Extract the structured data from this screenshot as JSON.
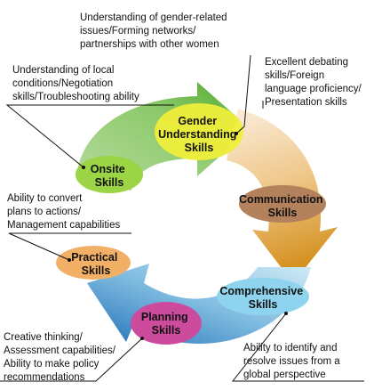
{
  "skills": {
    "gender": [
      "Gender",
      "Understanding",
      "Skills"
    ],
    "communication": [
      "Communication",
      "Skills"
    ],
    "comprehensive": [
      "Comprehensive",
      "Skills"
    ],
    "planning": [
      "Planning",
      "Skills"
    ],
    "practical": [
      "Practical",
      "Skills"
    ],
    "onsite": [
      "Onsite",
      "Skills"
    ]
  },
  "descriptions": {
    "gender": [
      "Understanding of gender-related",
      "issues/Forming networks/",
      "partnerships with other women"
    ],
    "communication": [
      "Excellent debating",
      "skills/Foreign",
      "language proficiency/",
      "Presentation skills"
    ],
    "comprehensive": [
      "Ability to identify and",
      "resolve issues from a",
      "global perspective"
    ],
    "planning": [
      "Creative thinking/",
      "Assessment capabilities/",
      "Ability to make policy",
      "recommendations"
    ],
    "practical": [
      "Ability to convert",
      "plans to actions/",
      "Management capabilities"
    ],
    "onsite": [
      "Understanding of local",
      "conditions/Negotiation",
      "skills/Troubleshooting ability"
    ]
  },
  "colors": {
    "gender_ellipse": "#eeee3a",
    "communication_ellipse": "#b3815c",
    "comprehensive_ellipse": "#8fd4ee",
    "planning_ellipse": "#cc4b9c",
    "practical_ellipse": "#f2b066",
    "onsite_ellipse": "#9bd445",
    "arrow_green": "#5fb336",
    "arrow_orange": "#d99a2b",
    "arrow_blue": "#2a78c2"
  }
}
